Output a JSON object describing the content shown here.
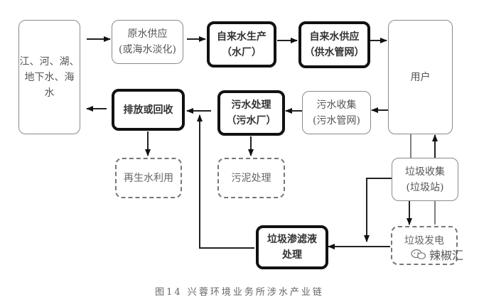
{
  "nodes": {
    "source": {
      "lines": [
        "江、河、湖、",
        "地下水、海",
        "水"
      ],
      "style": "thin"
    },
    "raw_water": {
      "lines": [
        "原水供应",
        "(或海水淡化)"
      ],
      "style": "thin"
    },
    "water_production": {
      "lines": [
        "自来水生产",
        "（水厂）"
      ],
      "style": "thick"
    },
    "water_supply": {
      "lines": [
        "自来水供应",
        "（供水管网）"
      ],
      "style": "thick"
    },
    "users": {
      "lines": [
        "用户"
      ],
      "style": "thin"
    },
    "discharge": {
      "lines": [
        "排放或回收"
      ],
      "style": "thick"
    },
    "sewage_treatment": {
      "lines": [
        "污水处理",
        "（污水厂）"
      ],
      "style": "thick"
    },
    "sewage_collection": {
      "lines": [
        "污水收集",
        "(污水管网)"
      ],
      "style": "thin"
    },
    "reclaimed_water": {
      "lines": [
        "再生水利用"
      ],
      "style": "dashed"
    },
    "sludge": {
      "lines": [
        "污泥处理"
      ],
      "style": "dashed"
    },
    "garbage_collection": {
      "lines": [
        "垃圾收集",
        "(垃圾站)"
      ],
      "style": "thin"
    },
    "leachate": {
      "lines": [
        "垃圾渗滤液",
        "处理"
      ],
      "style": "thick"
    },
    "garbage_power": {
      "lines": [
        "垃圾发电"
      ],
      "style": "dashed"
    }
  },
  "edges": [
    {
      "from": "source",
      "to": "raw_water"
    },
    {
      "from": "raw_water",
      "to": "water_production"
    },
    {
      "from": "water_production",
      "to": "water_supply"
    },
    {
      "from": "water_supply",
      "to": "users"
    },
    {
      "from": "users",
      "to": "sewage_collection"
    },
    {
      "from": "sewage_collection",
      "to": "sewage_treatment"
    },
    {
      "from": "sewage_treatment",
      "to": "discharge"
    },
    {
      "from": "discharge",
      "to": "source"
    },
    {
      "from": "discharge",
      "to": "reclaimed_water"
    },
    {
      "from": "sewage_treatment",
      "to": "sludge"
    },
    {
      "from": "users",
      "to": "garbage_collection"
    },
    {
      "from": "garbage_collection",
      "to": "users"
    },
    {
      "from": "garbage_collection",
      "to": "garbage_power"
    },
    {
      "from": "garbage_collection",
      "to": "leachate"
    },
    {
      "from": "garbage_power",
      "to": "leachate"
    },
    {
      "from": "leachate",
      "to": "discharge"
    }
  ],
  "caption": "图14  兴蓉环境业务所涉水产业链",
  "watermark": {
    "icon": "wechat-icon",
    "text": "辣椒汇"
  }
}
